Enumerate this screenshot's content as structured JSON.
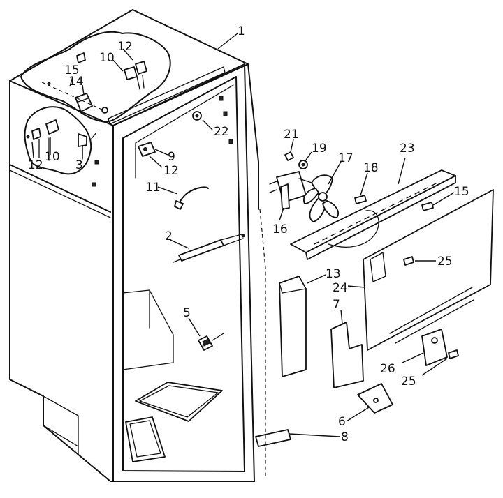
{
  "labels": {
    "p1": "1",
    "p2": "2",
    "p3": "3",
    "p5": "5",
    "p6": "6",
    "p7": "7",
    "p8": "8",
    "p9": "9",
    "p10a": "10",
    "p10b": "10",
    "p11": "11",
    "p12a": "12",
    "p12b": "12",
    "p12c": "12",
    "p13": "13",
    "p14": "14",
    "p15a": "15",
    "p15b": "15",
    "p16": "16",
    "p17": "17",
    "p18": "18",
    "p19": "19",
    "p21": "21",
    "p22": "22",
    "p23": "23",
    "p24": "24",
    "p25a": "25",
    "p25b": "25",
    "p26": "26"
  }
}
